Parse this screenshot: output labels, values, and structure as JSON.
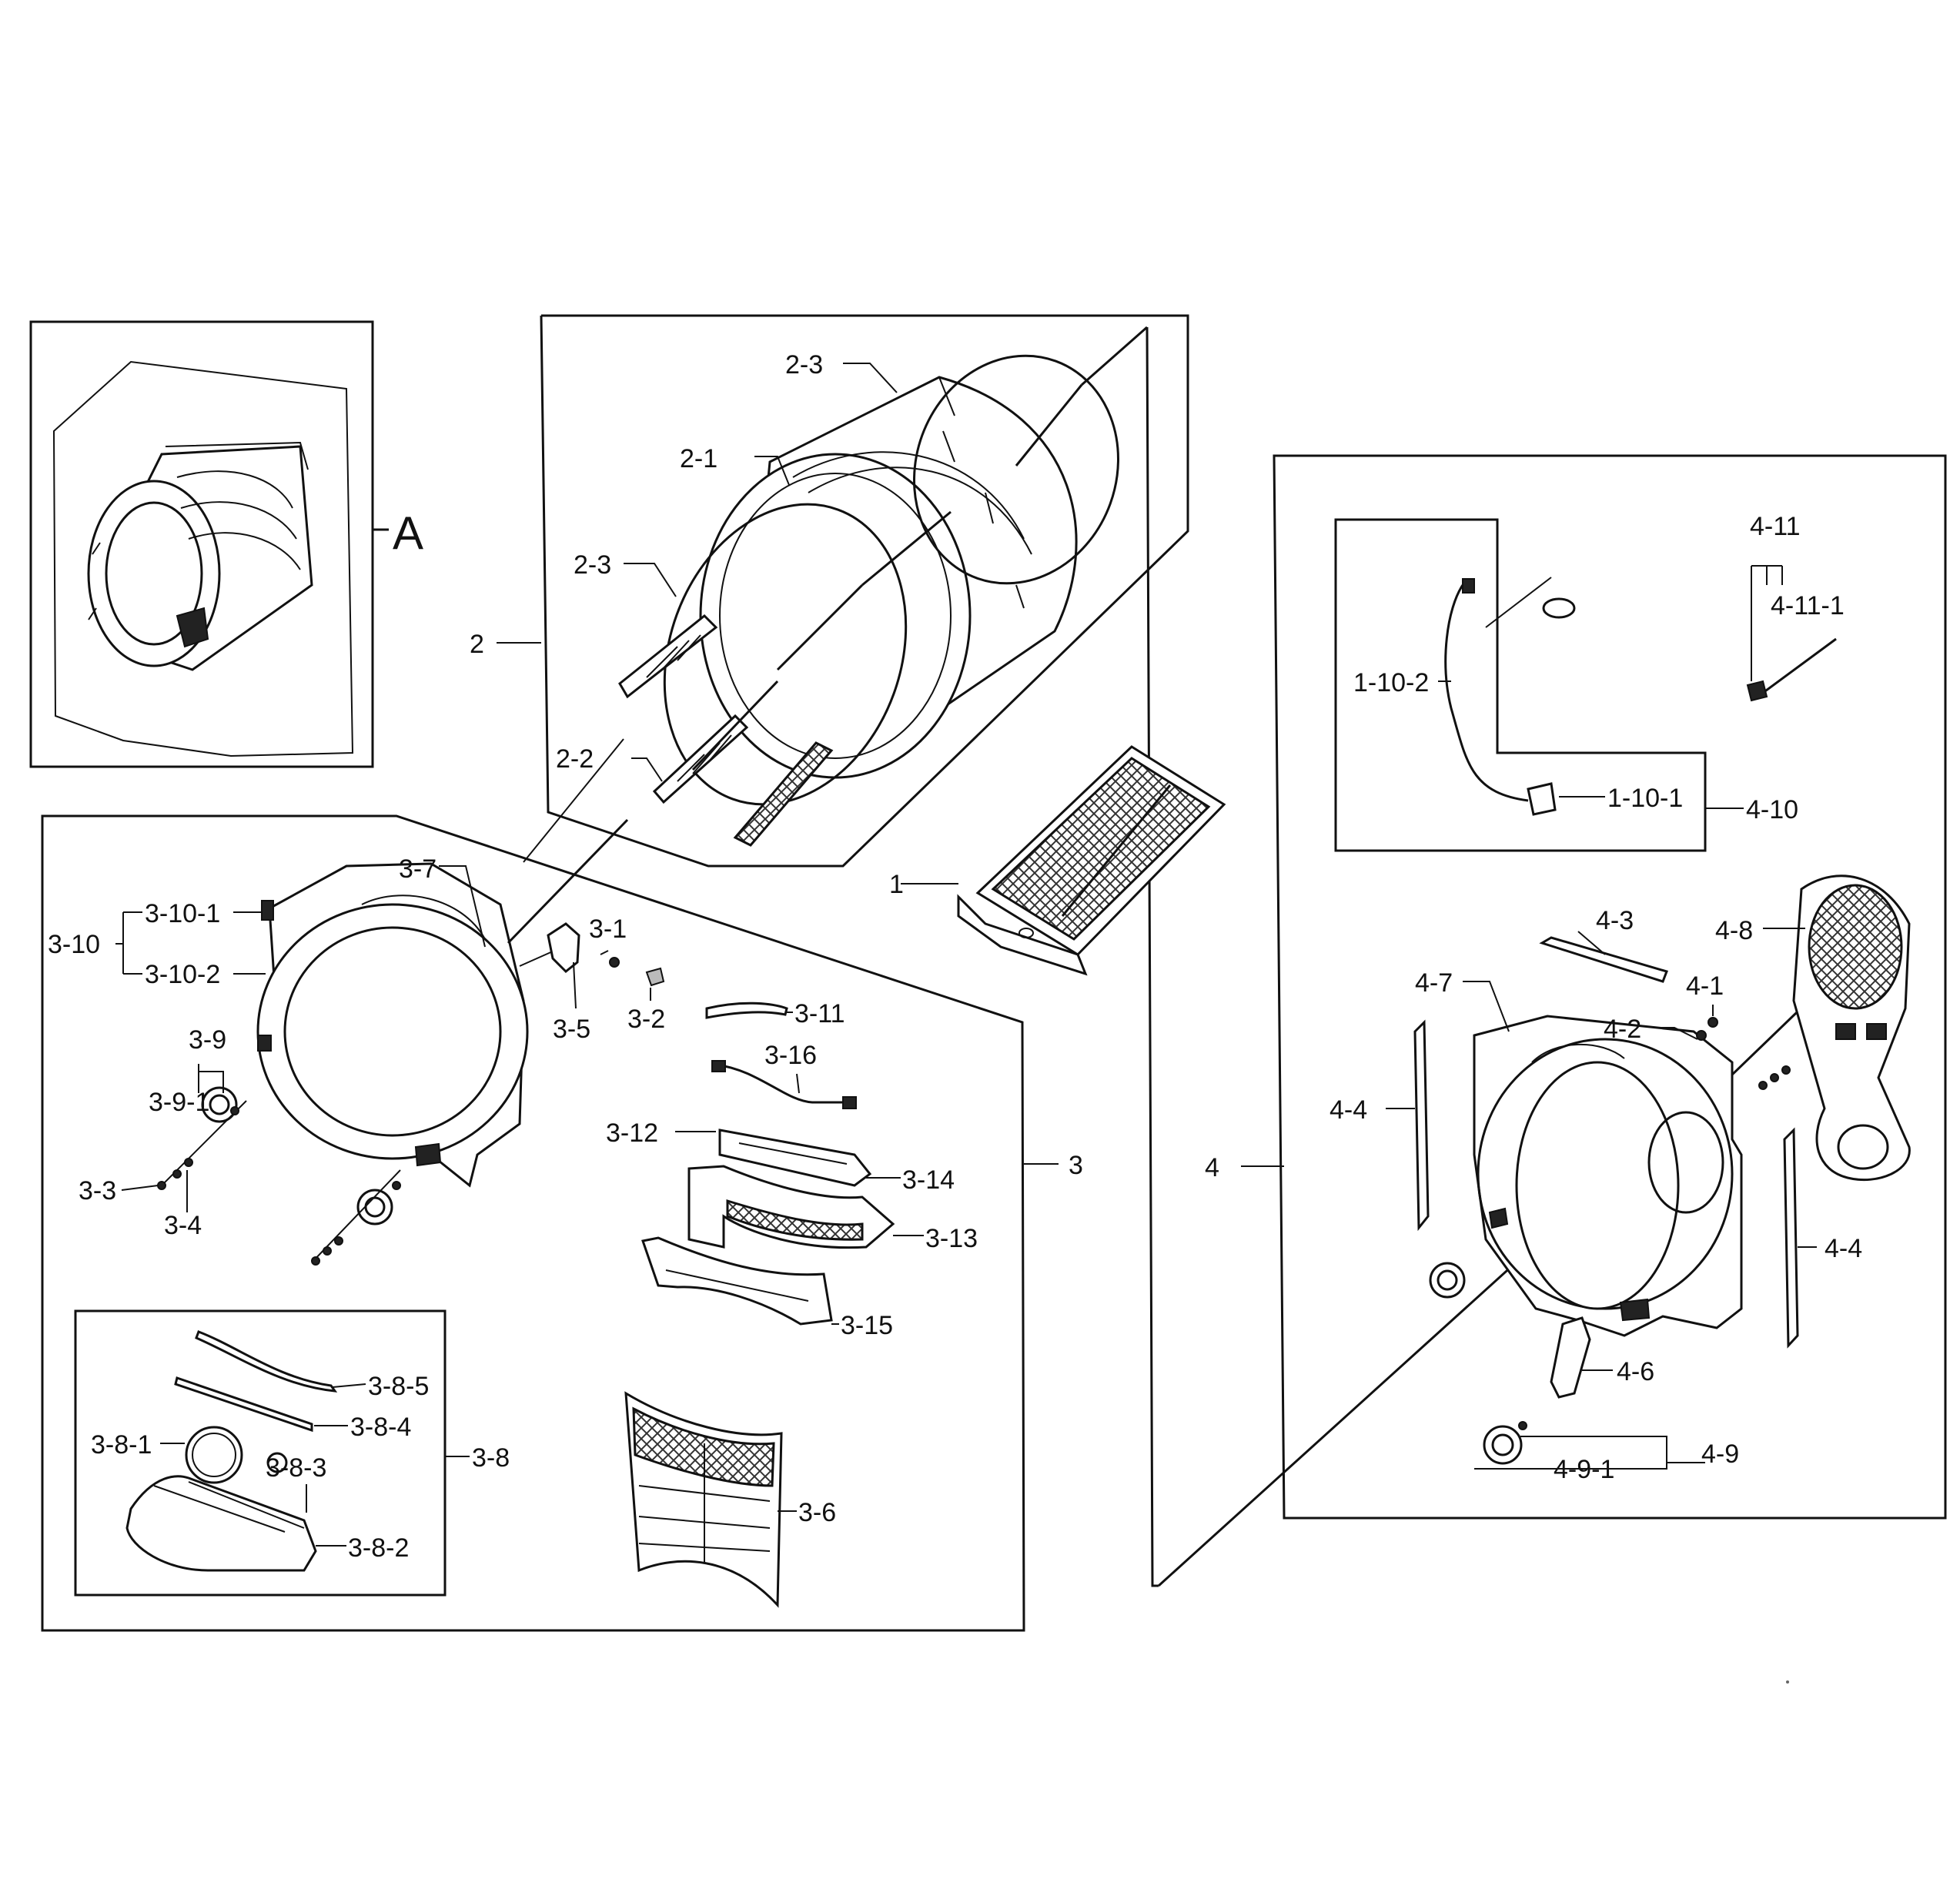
{
  "assembly_ref": "A",
  "groups": {
    "g1": "1",
    "g2": "2",
    "g3": "3",
    "g4": "4"
  },
  "labels": {
    "l2_3a": "2-3",
    "l2_1": "2-1",
    "l2_3b": "2-3",
    "l2_2": "2-2",
    "l3_7": "3-7",
    "l3_10": "3-10",
    "l3_10_1": "3-10-1",
    "l3_10_2": "3-10-2",
    "l3_1": "3-1",
    "l3_5": "3-5",
    "l3_2": "3-2",
    "l3_11": "3-11",
    "l3_16": "3-16",
    "l3_9": "3-9",
    "l3_9_1": "3-9-1",
    "l3_3": "3-3",
    "l3_4": "3-4",
    "l3_12": "3-12",
    "l3_14": "3-14",
    "l3_13": "3-13",
    "l3_15": "3-15",
    "l3_8_5": "3-8-5",
    "l3_8_4": "3-8-4",
    "l3_8_1": "3-8-1",
    "l3_8_3": "3-8-3",
    "l3_8": "3-8",
    "l3_8_2": "3-8-2",
    "l3_6": "3-6",
    "l4_11": "4-11",
    "l4_11_1": "4-11-1",
    "l1_10_2": "1-10-2",
    "l1_10_1": "1-10-1",
    "l4_10": "4-10",
    "l4_3": "4-3",
    "l4_8": "4-8",
    "l4_7": "4-7",
    "l4_1": "4-1",
    "l4_2": "4-2",
    "l4_4a": "4-4",
    "l4_4b": "4-4",
    "l4_6": "4-6",
    "l4_9": "4-9",
    "l4_9_1": "4-9-1"
  }
}
